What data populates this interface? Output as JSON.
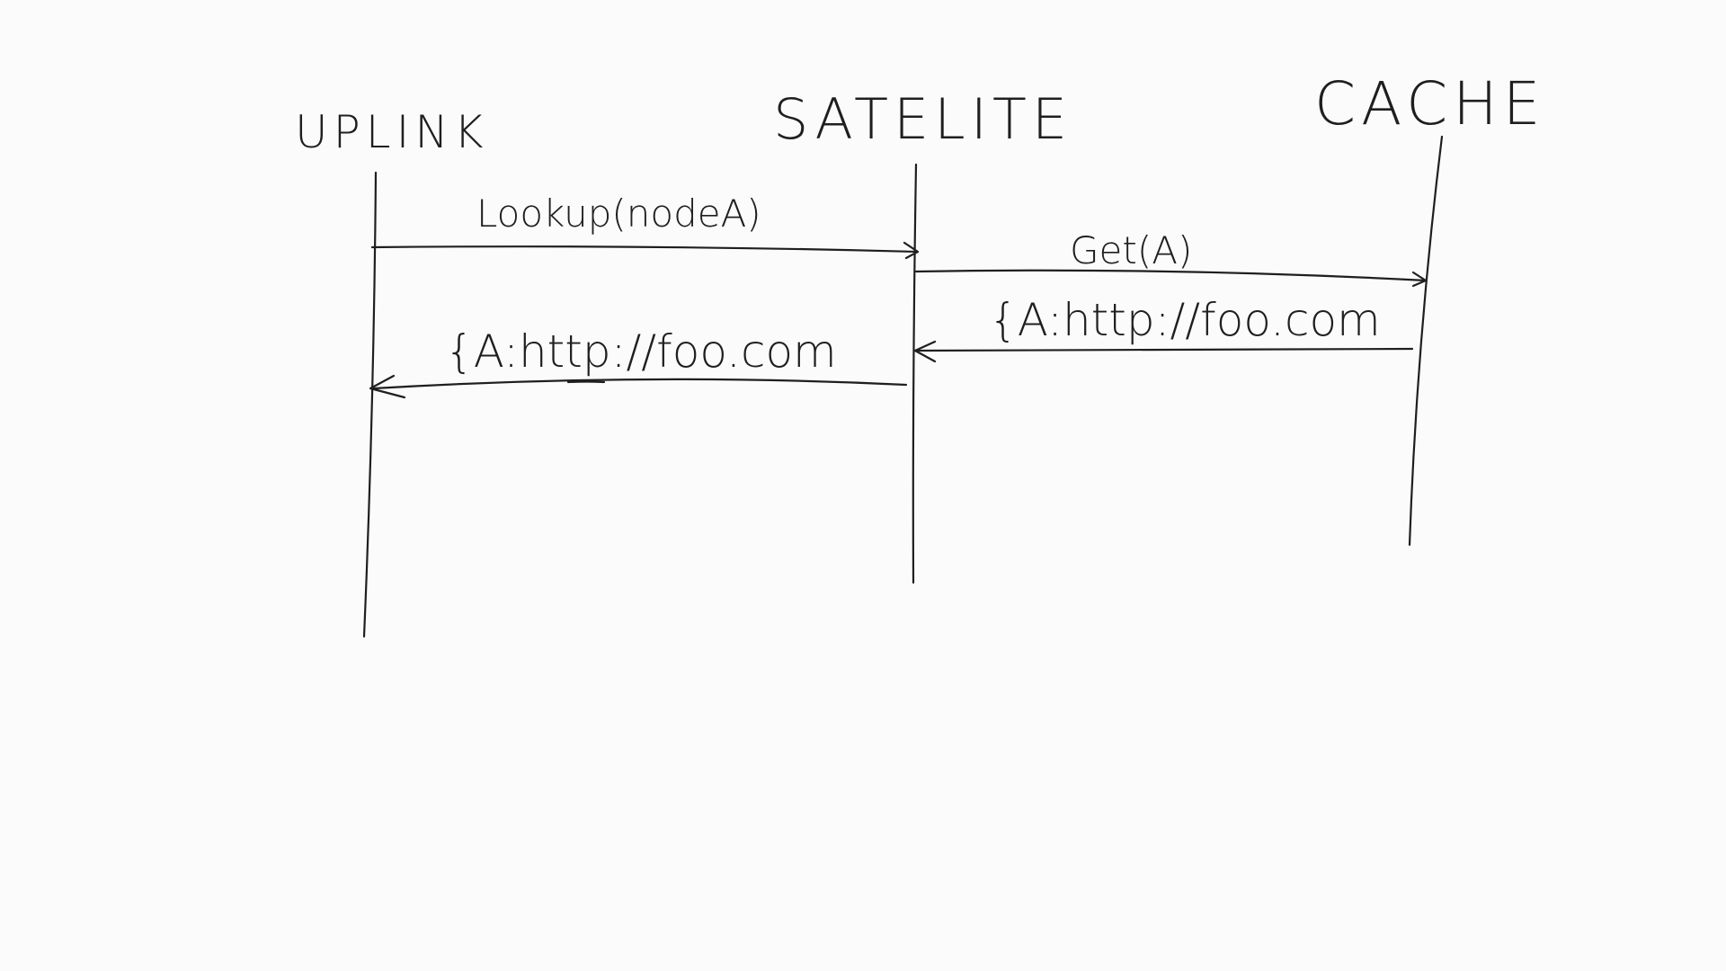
{
  "diagram": {
    "type": "sequence",
    "participants": [
      {
        "id": "uplink",
        "label": "UPLINK"
      },
      {
        "id": "satelite",
        "label": "SATELITE"
      },
      {
        "id": "cache",
        "label": "CACHE"
      }
    ],
    "messages": [
      {
        "id": "lookup",
        "from": "uplink",
        "to": "satelite",
        "label": "Lookup(nodeA)"
      },
      {
        "id": "get",
        "from": "satelite",
        "to": "cache",
        "label": "Get(A)"
      },
      {
        "id": "cache-response",
        "from": "cache",
        "to": "satelite",
        "label": "{A:http://foo.com"
      },
      {
        "id": "satelite-response",
        "from": "satelite",
        "to": "uplink",
        "label": "{A:http://foo.com"
      }
    ]
  }
}
